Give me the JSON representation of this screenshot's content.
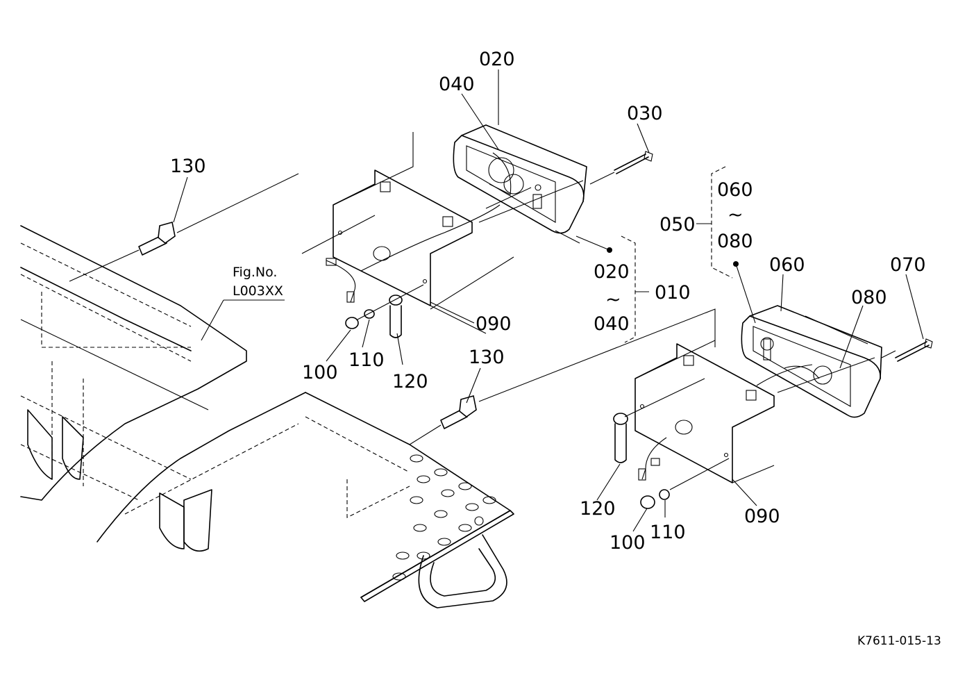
{
  "labels": {
    "p020_top": "020",
    "p040_top": "040",
    "p030": "030",
    "p130_top": "130",
    "fig_no": "Fig.No.",
    "fig_ref": "L003XX",
    "p020_range_start": "020",
    "p_tilde_1": "~",
    "p040_range_end": "040",
    "p010": "010",
    "p090_left": "090",
    "p100_left": "100",
    "p110_left": "110",
    "p120_left": "120",
    "p130_mid": "130",
    "p060_range_start": "060",
    "p_tilde_2": "~",
    "p080_range_end": "080",
    "p050": "050",
    "p060_right": "060",
    "p070": "070",
    "p080_right": "080",
    "p120_right": "120",
    "p090_right": "090",
    "p100_right": "100",
    "p110_right": "110"
  },
  "drawing_code": "K7611-015-13"
}
